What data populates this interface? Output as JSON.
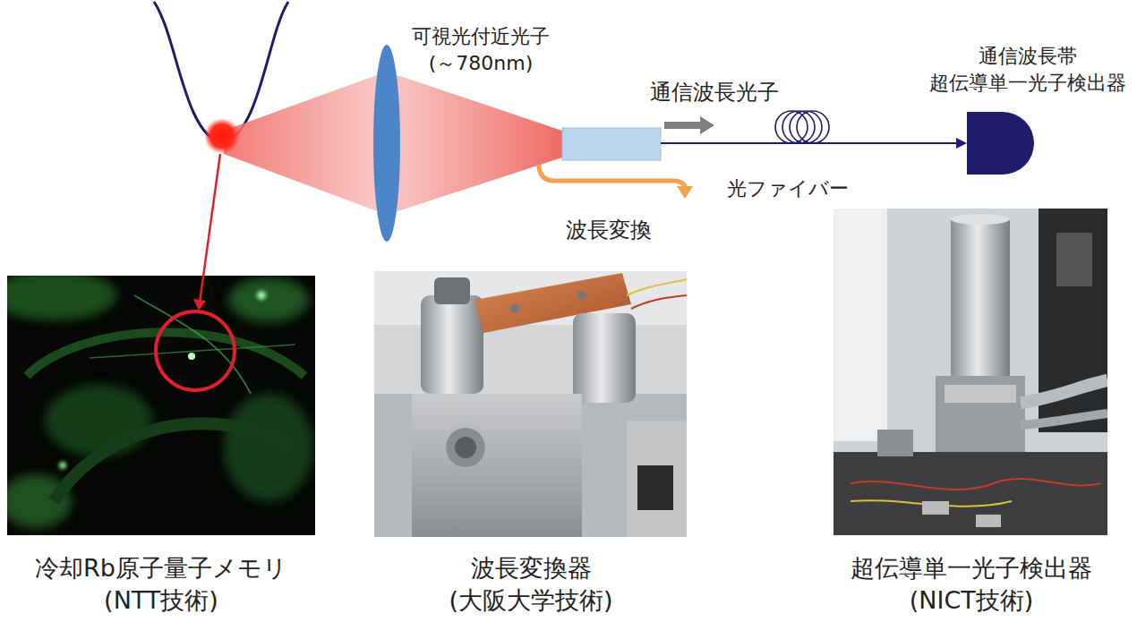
{
  "diagram": {
    "labels": [
      "可視光付近光子 (～780nm)",
      "通信波長光子",
      "通信波長帯 超伝導単一光子検出器",
      "光ファイバー",
      "波長変換",
      "冷却Rb原子量子メモリ (NTT技術)",
      "波長変換器 (大阪大学技術)",
      "超伝導単一光子検出器 (NICT技術)"
    ]
  }
}
